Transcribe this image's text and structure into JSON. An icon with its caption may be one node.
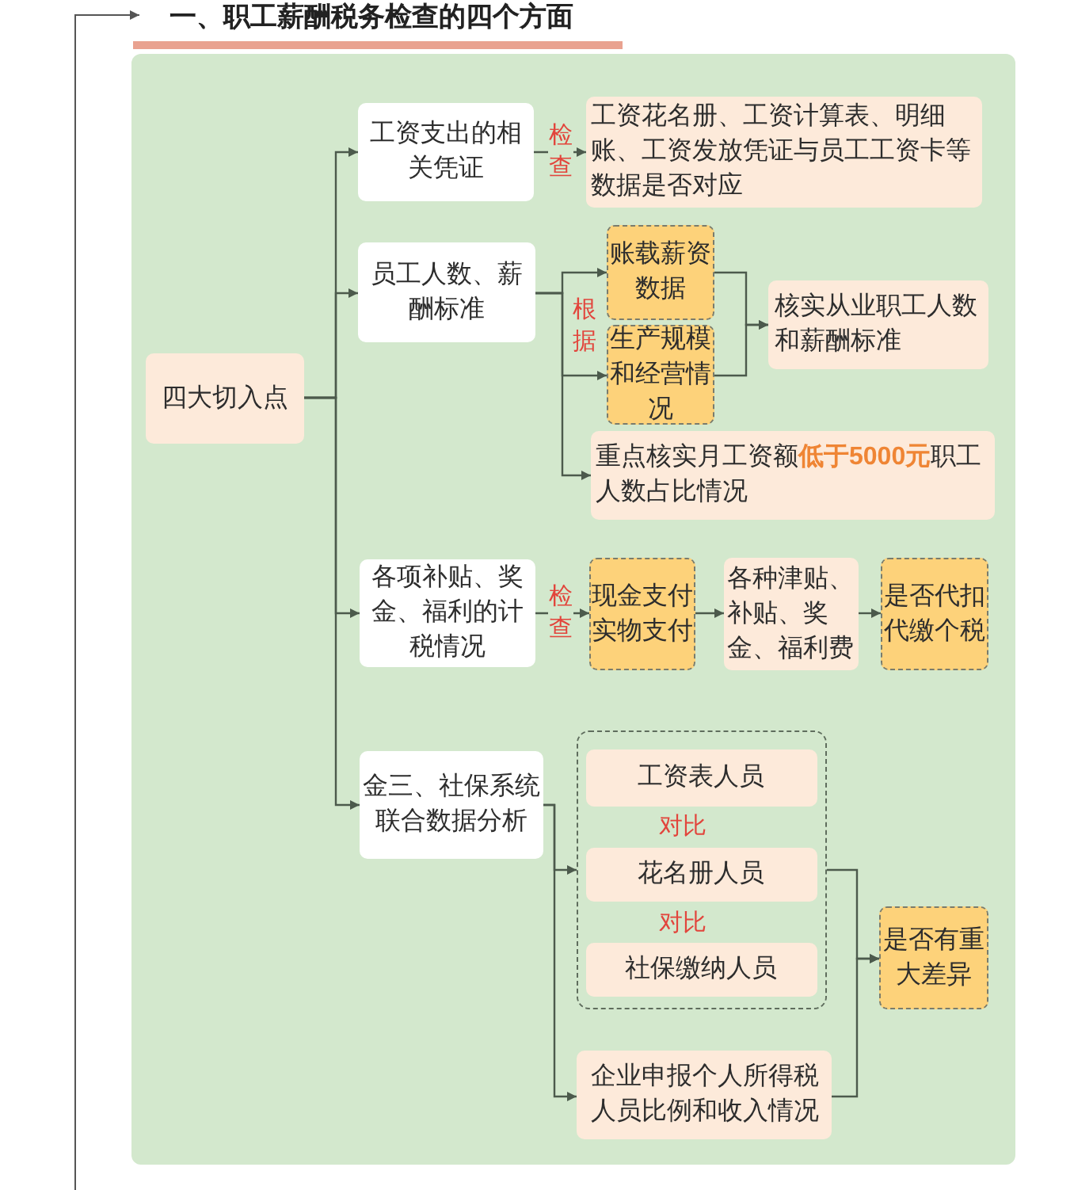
{
  "diagram": {
    "title": "一、职工薪酬税务检查的四个方面",
    "nodes": [
      {
        "text": [
          "四大切入点"
        ]
      },
      {
        "text": [
          "工资支出的相关凭证"
        ]
      },
      {
        "text": [
          "工资花名册、工资计算表、明细账、工资发放凭证与员工工资卡等数据是否对应"
        ]
      },
      {
        "text": [
          "员工人数、薪酬标准"
        ]
      },
      {
        "text": [
          "账载薪资数据"
        ]
      },
      {
        "text": [
          "生产规模和经营情况"
        ]
      },
      {
        "text": [
          "核实从业职工人数和薪酬标准"
        ]
      },
      {
        "text": [
          "重点核实月工资额**低于5000元**职工人数占比情况"
        ]
      },
      {
        "text": [
          "各项补贴、奖金、福利的计税情况"
        ]
      },
      {
        "text": [
          "现金支付实物支付"
        ]
      },
      {
        "text": [
          "各种津贴、补贴、奖金、福利费"
        ]
      },
      {
        "text": [
          "是否代扣代缴个税"
        ]
      },
      {
        "text": [
          "金三、社保系统联合数据分析"
        ]
      },
      {
        "text": [],
        "shape": "box"
      },
      {
        "text": [
          "工资表人员"
        ],
        "in": 13
      },
      {
        "text": [
          "花名册人员"
        ],
        "in": 13
      },
      {
        "text": [
          "社保缴纳人员"
        ],
        "in": 13
      },
      {
        "text": [
          "是否有重大差异"
        ]
      },
      {
        "text": [
          "企业申报个人所得税人员比例和收入情况"
        ]
      }
    ],
    "edges": [
      {
        "from": 0,
        "to": 1,
        "arrow": "to"
      },
      {
        "from": 0,
        "to": 3,
        "arrow": "to"
      },
      {
        "from": 0,
        "to": 8,
        "arrow": "to"
      },
      {
        "from": 0,
        "to": 12,
        "arrow": "to"
      },
      {
        "from": 1,
        "to": 2,
        "arrow": "to",
        "label": "检查"
      },
      {
        "from": 3,
        "to": 4,
        "arrow": "to"
      },
      {
        "from": 3,
        "to": 5,
        "arrow": "to",
        "label": "根据"
      },
      {
        "from": 3,
        "to": 7,
        "arrow": "to"
      },
      {
        "from": 4,
        "to": 6,
        "arrow": "to"
      },
      {
        "from": 5,
        "to": 6,
        "arrow": "to"
      },
      {
        "from": 8,
        "to": 9,
        "arrow": "to",
        "label": "检查"
      },
      {
        "from": 9,
        "to": 10,
        "arrow": "to"
      },
      {
        "from": 10,
        "to": 11,
        "arrow": "to"
      },
      {
        "from": 12,
        "to": 13,
        "arrow": "to"
      },
      {
        "from": 12,
        "to": 18,
        "arrow": "to"
      },
      {
        "from": 13,
        "to": 17,
        "arrow": "to"
      },
      {
        "from": 18,
        "to": 17,
        "arrow": "to"
      }
    ],
    "labels": [
      "对比",
      "对比"
    ]
  }
}
